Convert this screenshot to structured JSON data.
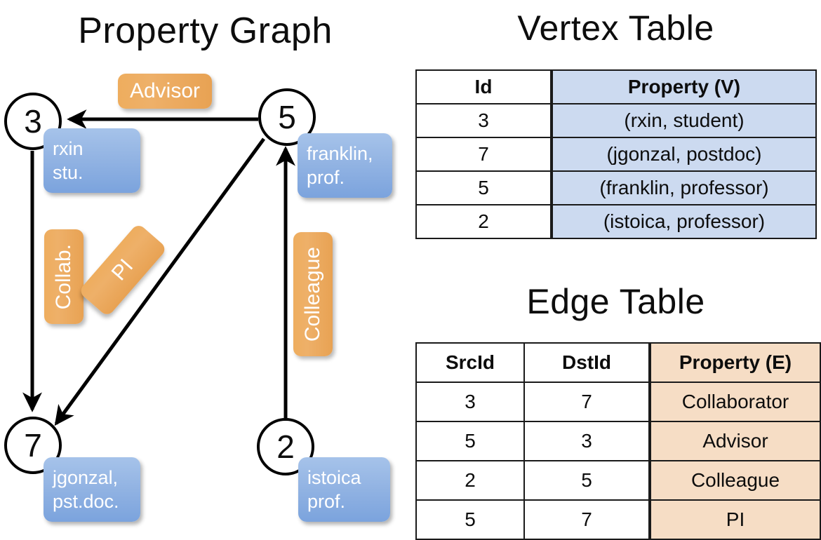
{
  "titles": {
    "property_graph": "Property Graph",
    "vertex_table": "Vertex Table",
    "edge_table": "Edge Table"
  },
  "graph": {
    "nodes": [
      {
        "id": "3",
        "label": "3",
        "property": "rxin\nstu."
      },
      {
        "id": "5",
        "label": "5",
        "property": "franklin,\nprof."
      },
      {
        "id": "7",
        "label": "7",
        "property": "jgonzal,\npst.doc."
      },
      {
        "id": "2",
        "label": "2",
        "property": "istoica\nprof."
      }
    ],
    "edge_labels": [
      {
        "name": "advisor",
        "text": "Advisor",
        "orientation": "horizontal"
      },
      {
        "name": "collab",
        "text": "Collab.",
        "orientation": "vertical"
      },
      {
        "name": "pi",
        "text": "PI",
        "orientation": "diagonal"
      },
      {
        "name": "colleague",
        "text": "Colleague",
        "orientation": "vertical"
      }
    ]
  },
  "vertex_table": {
    "headers": [
      "Id",
      "Property (V)"
    ],
    "rows": [
      {
        "id": "3",
        "property": "(rxin, student)"
      },
      {
        "id": "7",
        "property": "(jgonzal, postdoc)"
      },
      {
        "id": "5",
        "property": "(franklin, professor)"
      },
      {
        "id": "2",
        "property": "(istoica, professor)"
      }
    ]
  },
  "edge_table": {
    "headers": [
      "SrcId",
      "DstId",
      "Property (E)"
    ],
    "rows": [
      {
        "src": "3",
        "dst": "7",
        "property": "Collaborator"
      },
      {
        "src": "5",
        "dst": "3",
        "property": "Advisor"
      },
      {
        "src": "2",
        "dst": "5",
        "property": "Colleague"
      },
      {
        "src": "5",
        "dst": "7",
        "property": "PI"
      }
    ]
  },
  "colors": {
    "vertex_property_fill": "#ccdaf0",
    "edge_property_fill": "#f6ddc5",
    "node_callout_blue": "#93b4e3",
    "edge_callout_orange": "#eead5e",
    "stroke": "#000000"
  }
}
